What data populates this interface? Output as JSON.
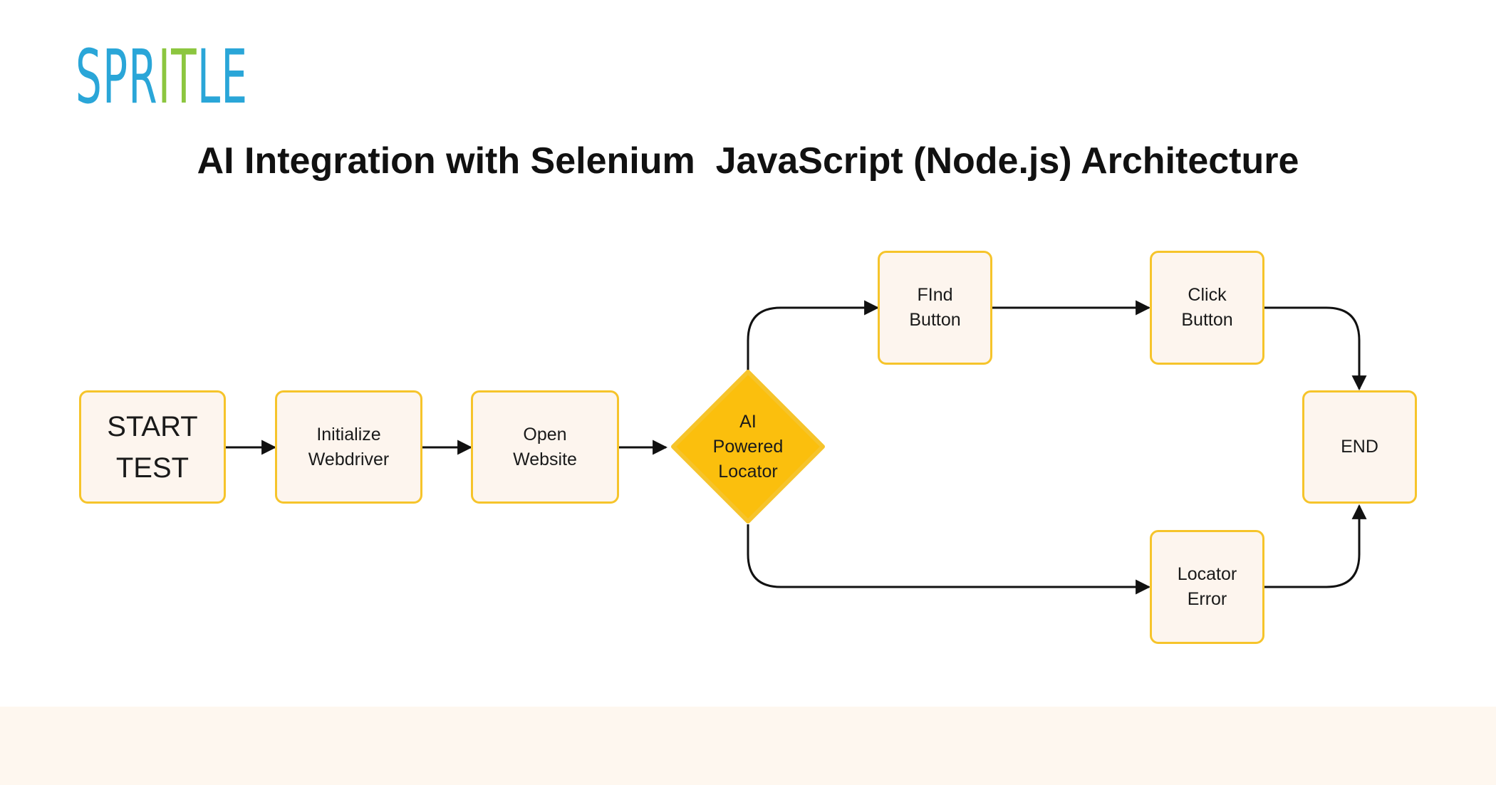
{
  "logo": {
    "letters": [
      {
        "char": "S",
        "color": "#2aa6d8"
      },
      {
        "char": "P",
        "color": "#2aa6d8"
      },
      {
        "char": "R",
        "color": "#2aa6d8"
      },
      {
        "char": "I",
        "color": "#8cc63f"
      },
      {
        "char": "T",
        "color": "#8cc63f"
      },
      {
        "char": "L",
        "color": "#2aa6d8"
      },
      {
        "char": "E",
        "color": "#2aa6d8"
      }
    ]
  },
  "title": "AI Integration with Selenium  JavaScript (Node.js) Architecture",
  "nodes": {
    "start": "START\nTEST",
    "init": "Initialize\nWebdriver",
    "open": "Open\nWebsite",
    "decision": "AI\nPowered\nLocator",
    "find": "FInd\nButton",
    "click": "Click\nButton",
    "error": "Locator\nError",
    "end": "END"
  },
  "colors": {
    "box_border": "#f6c42b",
    "box_fill": "#fdf5ee",
    "decision_fill": "#fbbf0d",
    "footer": "#fef7ef"
  }
}
